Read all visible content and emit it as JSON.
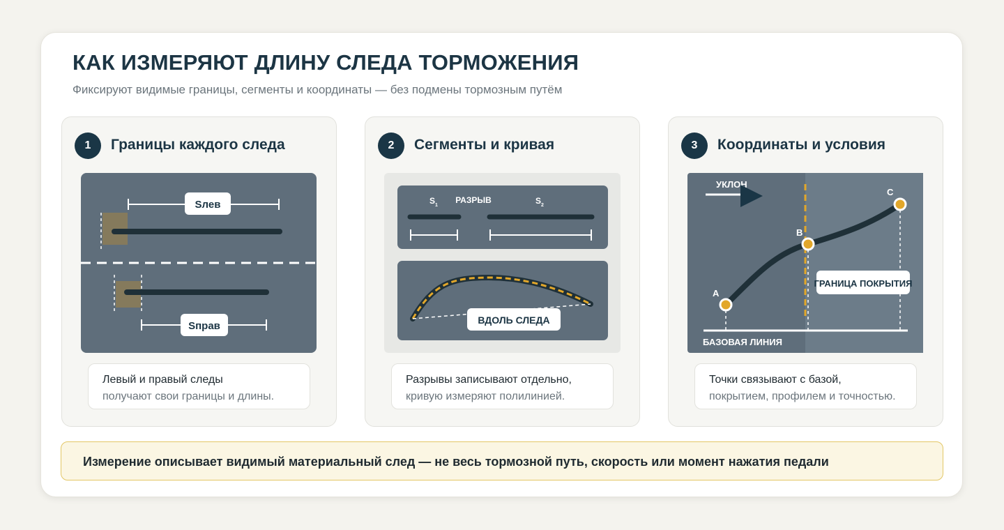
{
  "title": "КАК ИЗМЕРЯЮТ ДЛИНУ СЛЕДА ТОРМОЖЕНИЯ",
  "subtitle": "Фиксируют видимые границы, сегменты и координаты — без подмены тормозным путём",
  "colors": {
    "navy": "#1a3646",
    "asphalt": "#5f6e7b",
    "asphalt_light": "#6c7c89",
    "skid": "#1f3038",
    "accent": "#e2a72a",
    "tire": "#857a5c",
    "note_bg": "#fbf6e3"
  },
  "panels": [
    {
      "number": "1",
      "title": "Границы каждого следа",
      "labels": {
        "left": "Sлев",
        "right": "Sправ"
      },
      "caption_line1": "Левый и правый следы",
      "caption_line2": "получают свои границы и длины."
    },
    {
      "number": "2",
      "title": "Сегменты и кривая",
      "labels": {
        "s1": "S",
        "s1_sub": "1",
        "gap": "РАЗРЫВ",
        "s2": "S",
        "s2_sub": "2",
        "along": "ВДОЛЬ СЛЕДА"
      },
      "caption_line1": "Разрывы записывают отдельно,",
      "caption_line2": "кривую измеряют полилинией."
    },
    {
      "number": "3",
      "title": "Координаты и условия",
      "labels": {
        "slope": "УКЛОН",
        "a": "A",
        "b": "B",
        "c": "C",
        "boundary": "ГРАНИЦА ПОКРЫТИЯ",
        "baseline": "БАЗОВАЯ ЛИНИЯ"
      },
      "caption_line1": "Точки связывают с базой,",
      "caption_line2": "покрытием, профилем и точностью."
    }
  ],
  "footer": "Измерение описывает видимый материальный след — не весь тормозной путь, скорость или момент нажатия педали"
}
